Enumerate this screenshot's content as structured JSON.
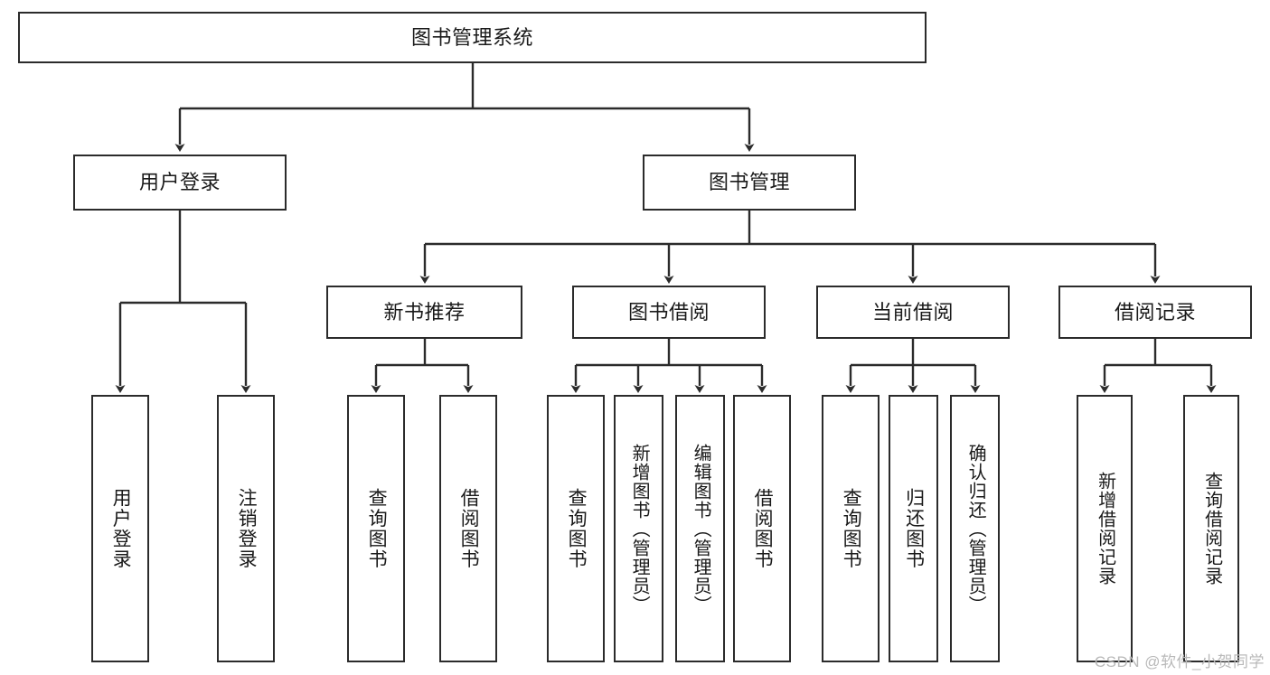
{
  "diagram": {
    "title": "图书管理系统",
    "type": "tree-hierarchy-chart",
    "colors": {
      "stroke": "#2b2b2b",
      "fill": "#ffffff",
      "text": "#1a1a1a",
      "watermark": "#b9b9b9"
    },
    "levels": {
      "root": {
        "label": "图书管理系统"
      },
      "level1": [
        {
          "label": "用户登录"
        },
        {
          "label": "图书管理"
        }
      ],
      "level2": [
        {
          "label": "新书推荐"
        },
        {
          "label": "图书借阅"
        },
        {
          "label": "当前借阅"
        },
        {
          "label": "借阅记录"
        }
      ],
      "leaves": {
        "user_login": [
          {
            "label": "用户登录"
          },
          {
            "label": "注销登录"
          }
        ],
        "new_book_recommend": [
          {
            "label": "查询图书"
          },
          {
            "label": "借阅图书"
          }
        ],
        "book_borrow": [
          {
            "label": "查询图书"
          },
          {
            "label": "新增图书（管理员）"
          },
          {
            "label": "编辑图书（管理员）"
          },
          {
            "label": "借阅图书"
          }
        ],
        "current_borrow": [
          {
            "label": "查询图书"
          },
          {
            "label": "归还图书"
          },
          {
            "label": "确认归还（管理员）"
          }
        ],
        "borrow_records": [
          {
            "label": "新增借阅记录"
          },
          {
            "label": "查询借阅记录"
          }
        ]
      }
    },
    "watermark": "CSDN @软件_小贺同学"
  }
}
